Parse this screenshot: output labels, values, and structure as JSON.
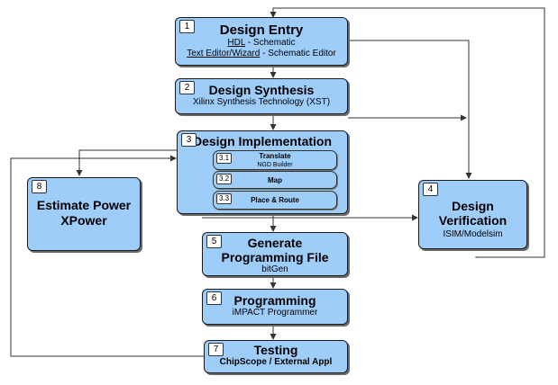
{
  "steps": {
    "design_entry": {
      "number": "1",
      "title": "Design Entry",
      "line1_a": "HDL",
      "line1_b": " - Schematic",
      "line2_a": "Text Editor/Wizard",
      "line2_b": " - Schematic Editor"
    },
    "design_synthesis": {
      "number": "2",
      "title": "Design Synthesis",
      "subtitle": "Xilinx Synthesis Technology (XST)"
    },
    "design_implementation": {
      "number": "3",
      "title": "Design Implementation",
      "substeps": [
        {
          "number": "3.1",
          "title": "Translate",
          "subtitle": "NGD Builder"
        },
        {
          "number": "3.2",
          "title": "Map"
        },
        {
          "number": "3.3",
          "title": "Place & Route"
        }
      ]
    },
    "design_verification": {
      "number": "4",
      "title_line1": "Design",
      "title_line2": "Verification",
      "subtitle": "ISIM/Modelsim"
    },
    "generate_file": {
      "number": "5",
      "title_line1": "Generate",
      "title_line2": "Programming File",
      "subtitle": "bitGen"
    },
    "programming": {
      "number": "6",
      "title": "Programming",
      "subtitle": "iMPACT Programmer"
    },
    "testing": {
      "number": "7",
      "title": "Testing",
      "subtitle": "ChipScope / External Appl"
    },
    "estimate_power": {
      "number": "8",
      "title_line1": "Estimate Power",
      "title_line2": "XPower"
    }
  },
  "colors": {
    "box_fill": "#9fcdfa",
    "box_border": "#1a1a1a",
    "connector": "#333333"
  }
}
